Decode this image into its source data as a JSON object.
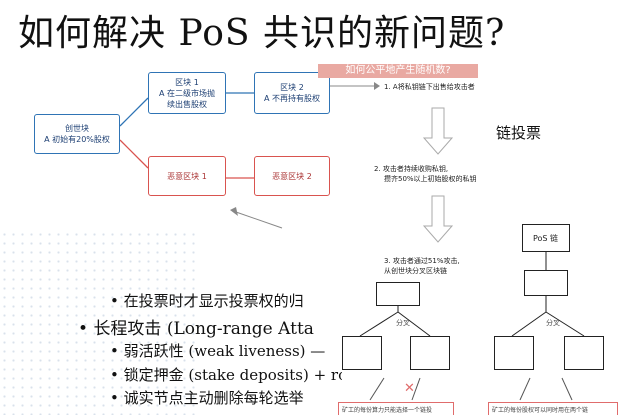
{
  "title": "如何解决 PoS 共识的新问题?",
  "diagram": {
    "genesis": {
      "name": "创世块",
      "desc": "A 初始有20%股权"
    },
    "block1": {
      "name": "区块 1",
      "desc": "A 在二级市场抛\n续出售股权"
    },
    "block2": {
      "name": "区块 2",
      "desc": "A 不再持有股权"
    },
    "evil1": "恶意区块 1",
    "evil2": "恶意区块 2"
  },
  "panel": {
    "header": "如何公平地产生随机数?",
    "step1": "1. A将私钥链下出售给攻击者",
    "step2_line1": "2. 攻击者持续收购私钥,",
    "step2_line2": "攒齐50%以上初始股权的私钥",
    "step3_line1": "3. 攻击者通过51%攻击,",
    "step3_line2": "从创世块分叉区块链",
    "partial_heading": "链投票",
    "left_fork_label": "分叉",
    "right_fork_label": "分叉",
    "pos_chain_label": "PoS 链",
    "left_caption": "矿工的每份算力只能选择一个链投",
    "right_caption": "矿工的每份股权可以同时用在两个链"
  },
  "bullets": {
    "b1": "在投票时才显示投票权的归",
    "b2": "长程攻击 (Long-range Atta",
    "b3": "弱活跃性 (weak liveness) —",
    "b4": "锁定押金 (stake deposits) + ro",
    "b5": "诚实节点主动删除每轮选举"
  },
  "colors": {
    "blue": "#2f74b5",
    "red": "#d9534f",
    "panel_header": "#e9a9a2"
  }
}
